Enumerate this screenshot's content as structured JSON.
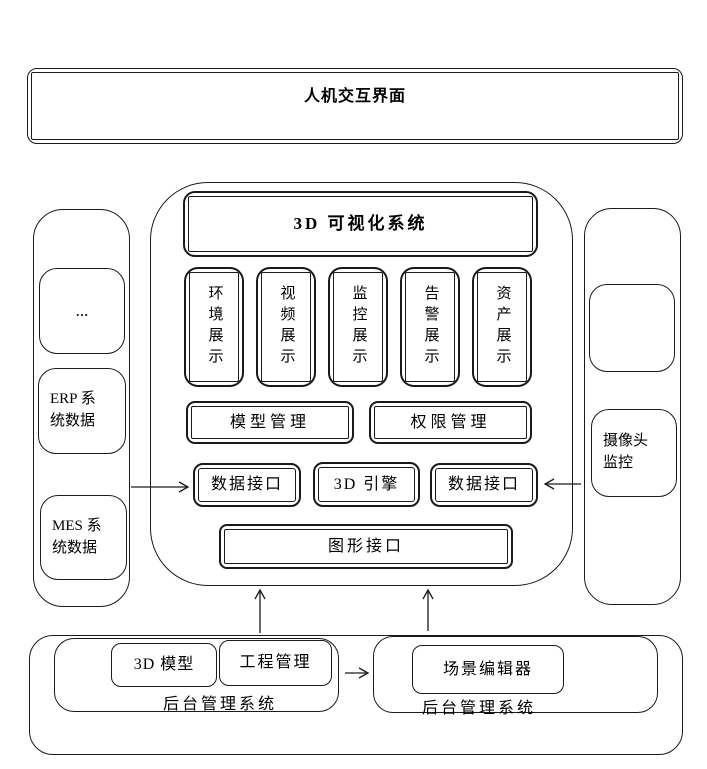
{
  "top_banner": {
    "title": "人机交互界面"
  },
  "left_panel": {
    "dots": "...",
    "erp": "ERP 系\n统数据",
    "mes": "MES 系\n统数据"
  },
  "right_panel": {
    "camera": "摄像头\n监控"
  },
  "viz_system": {
    "title": "3D 可视化系统",
    "display_modules": [
      "环境展示",
      "视频展示",
      "监控展示",
      "告警展示",
      "资产展示"
    ],
    "model_mgmt": "模型管理",
    "perm_mgmt": "权限管理",
    "data_if_left": "数据接口",
    "engine": "3D 引擎",
    "data_if_right": "数据接口",
    "graphics_if": "图形接口"
  },
  "backend_left": {
    "label": "后台管理系统",
    "model_3d": "3D 模型",
    "project_mgmt": "工程管理"
  },
  "backend_right": {
    "label": "后台管理系统",
    "scene_editor": "场景编辑器"
  },
  "colors": {
    "line": "#1a1a1a",
    "background": "#ffffff"
  }
}
